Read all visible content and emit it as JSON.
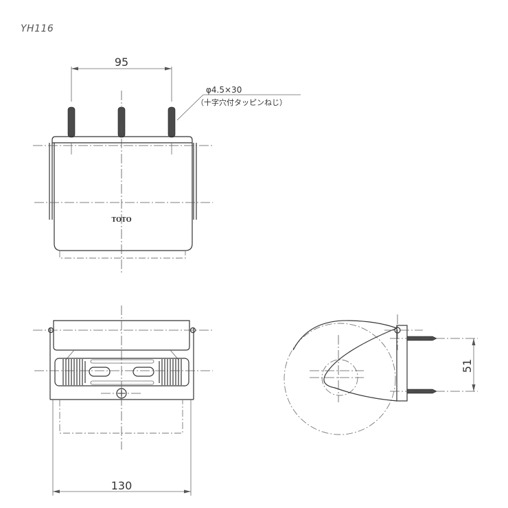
{
  "title": {
    "model": "YH116"
  },
  "front_view": {
    "dimension_screw_spacing": "95",
    "screw_spec": "φ4.5×30",
    "screw_note": "（十字穴付タッピンねじ）",
    "logo": "TOTO"
  },
  "bottom_view": {
    "dimension_width": "130"
  },
  "side_view": {
    "dimension_height": "51"
  },
  "colors": {
    "line": "#333333",
    "background": "#ffffff"
  }
}
